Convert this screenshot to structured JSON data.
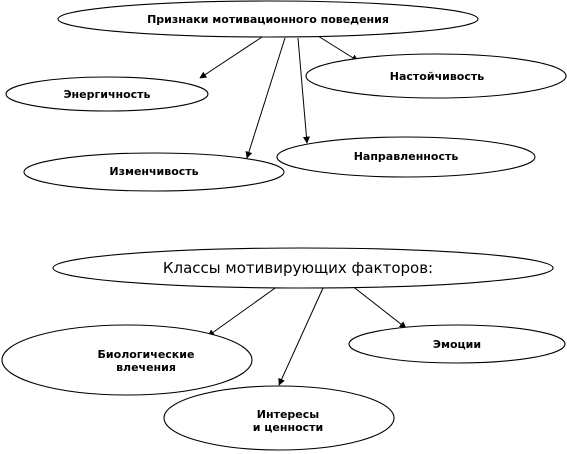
{
  "diagram_1": {
    "central": "Признаки мотивационного поведения",
    "nodes": {
      "energy": "Энергичность",
      "persistence": "Настойчивость",
      "variability": "Изменчивость",
      "direction": "Направленность"
    }
  },
  "diagram_2": {
    "central": "Классы мотивирующих факторов:",
    "nodes": {
      "biological_line1": "Биологические",
      "biological_line2": "влечения",
      "emotions": "Эмоции",
      "interests_line1": "Интересы",
      "interests_line2": "и ценности"
    }
  }
}
